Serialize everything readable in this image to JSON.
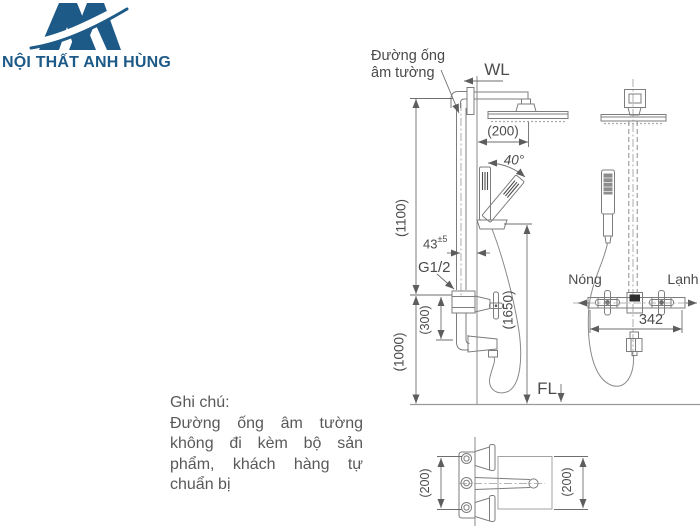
{
  "brand": {
    "name": "NỘI THẤT ANH HÙNG",
    "logo_color": "#1d5a87"
  },
  "side_view": {
    "pipe_note": "Đường ống\nâm tường",
    "wall_line_label": "WL",
    "head_offset_dim": "(200)",
    "swivel_angle": "40°",
    "upper_height_dim": "(1100)",
    "pipe_depth_base": "43",
    "pipe_depth_tol": "±5",
    "thread_label": "G1/2",
    "spout_offset_dim": "(300)",
    "holder_height_dim": "(1650)",
    "valve_height_dim": "(1000)",
    "floor_line_label": "FL"
  },
  "front_view": {
    "hot_label": "Nóng",
    "cold_label": "Lạnh",
    "valve_width_dim": "342"
  },
  "top_view": {
    "left_dim": "(200)",
    "right_dim": "(200)"
  },
  "note": {
    "title": "Ghi chú:",
    "lines": [
      "Đường ống âm tường",
      "không đi kèm bộ sản",
      "phẩm, khách hàng tự",
      "chuẩn bị"
    ]
  }
}
